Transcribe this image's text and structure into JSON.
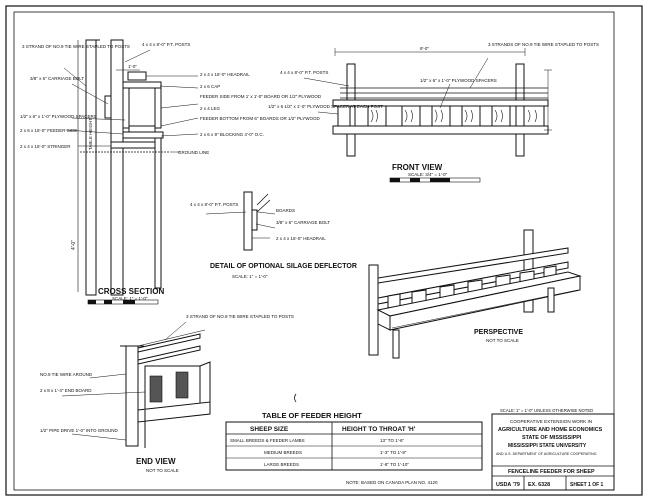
{
  "cross_section": {
    "title": "CROSS SECTION",
    "scale": "SCALE: 1\" = 1'-0\"",
    "dims": {
      "height": "4'-0\"",
      "width": "1'-0\""
    },
    "labels": {
      "wire": "3 STRAND OF NO.9 TIE WIRE STAPLED TO POSTS",
      "posts": "4 x 4 x 8'-0\" P.T. POSTS",
      "headrail": "2 x 4 x 16'-0\" HEADRAIL",
      "bolt": "3/8\" x 6\" CARRIAGE BOLT",
      "cap": "2 x 6 CAP",
      "feeder_side_from": "FEEDER SIDE FROM 1' x 1'-0\" BOARD OR 1/2\" PLYWOOD",
      "leg": "2 x 4 LEG",
      "spacer": "1/2\" x 6\" x 1'-0\" PLYWOOD SPACERS",
      "bottom": "FEEDER BOTTOM FROM 6\" BOARDS OR 1/2\" PLYWOOD",
      "feeder_side": "2 x 6 x 16'-0\" FEEDER SIDE",
      "blocking": "2 x 6 x 9\" BLOCKING 4'-0\" O.C.",
      "stringer": "2 x 4 x 16'-0\" STRINGER",
      "ground": "GROUND LINE",
      "table_height": "TABLE HEIGHT"
    }
  },
  "front_view": {
    "title": "FRONT VIEW",
    "scale": "SCALE: 3/4\" = 1'-0\"",
    "dims": {
      "span": "8'-0\""
    },
    "labels": {
      "posts": "4 x 4 x 8'-0\" P.T. POSTS",
      "wire": "3 STRANDS OF NO.9 TIE WIRE STAPLED TO POSTS",
      "spacers": "1/2\" x 6\" x 1'-0\" PLYWOOD SPACERS",
      "spacer_post": "1/2\" x 6 1/2\" x 1'-0\" PLYWOOD SPACER AT EACH POST"
    }
  },
  "silage_detail": {
    "title": "DETAIL OF OPTIONAL SILAGE DEFLECTOR",
    "scale": "SCALE: 1\" = 1'-0\"",
    "labels": {
      "posts": "4 x 4 x 8'-0\" P.T. POSTS",
      "boards": "BOARDS",
      "bolt": "3/8\" x 6\" CARRIAGE BOLT",
      "headrail": "2 x 4 x 16'-0\" HEADRAIL"
    }
  },
  "perspective": {
    "title": "PERSPECTIVE",
    "scale": "NOT TO SCALE"
  },
  "end_view": {
    "title": "END VIEW",
    "scale": "NOT TO SCALE",
    "labels": {
      "wire": "3 STRAND OF NO.9 TIE WIRE STAPLED TO POSTS",
      "tie": "NO.9 TIE WIRE AROUND",
      "end_board": "2 x 8 x 1'-4\" END BOARD",
      "pipe": "1/2\" PIPE DRIVE 1'-0\" INTO GROUND"
    }
  },
  "feeder_table": {
    "title": "TABLE OF FEEDER HEIGHT",
    "headers": [
      "SHEEP SIZE",
      "HEIGHT TO THROAT 'H'"
    ],
    "rows": [
      [
        "SMALL BREEDS & FEEDER LAMBS",
        "13\" TO 1'-6\""
      ],
      [
        "MEDIUM BREEDS",
        "1'-3\" TO 1'-8\""
      ],
      [
        "LARGE BREEDS",
        "1'-8\" TO 1'-10\""
      ]
    ],
    "note": "NOTE: BASED ON CANADA PLAN NO. 4120"
  },
  "title_block": {
    "scale_note": "SCALE: 1\" = 1'-0\" UNLESS OTHERWISE NOTED",
    "line1": "COOPERATIVE EXTENSION WORK IN",
    "line2": "AGRICULTURE AND HOME ECONOMICS",
    "line3": "STATE OF MISSISSIPPI",
    "line4": "MISSISSIPPI STATE UNIVERSITY",
    "line5": "AND U.S. DEPARTMENT OF AGRICULTURE COOPERATING",
    "drawing_title": "FENCELINE FEEDER FOR SHEEP",
    "usda": "USDA '79",
    "ex": "EX. 6328",
    "sheet": "SHEET 1 OF 1"
  }
}
